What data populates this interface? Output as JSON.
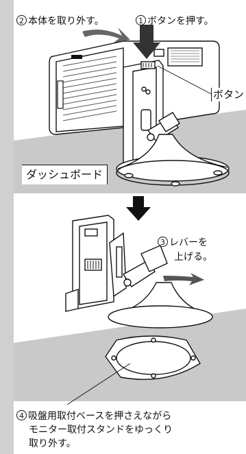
{
  "step2": {
    "num": "2",
    "text": "本体を取り外す。"
  },
  "step1": {
    "num": "1",
    "text": "ボタンを押す。"
  },
  "button_label": "ボタン",
  "dashboard_label": "ダッシュボード",
  "step3": {
    "num": "3",
    "line1": "レバーを",
    "line2": "上げる。"
  },
  "step4": {
    "num": "4",
    "line1": "吸盤用取付ベースを押さえながら",
    "line2": "モニター取付スタンドをゆっくり",
    "line3": "取り外す。"
  }
}
